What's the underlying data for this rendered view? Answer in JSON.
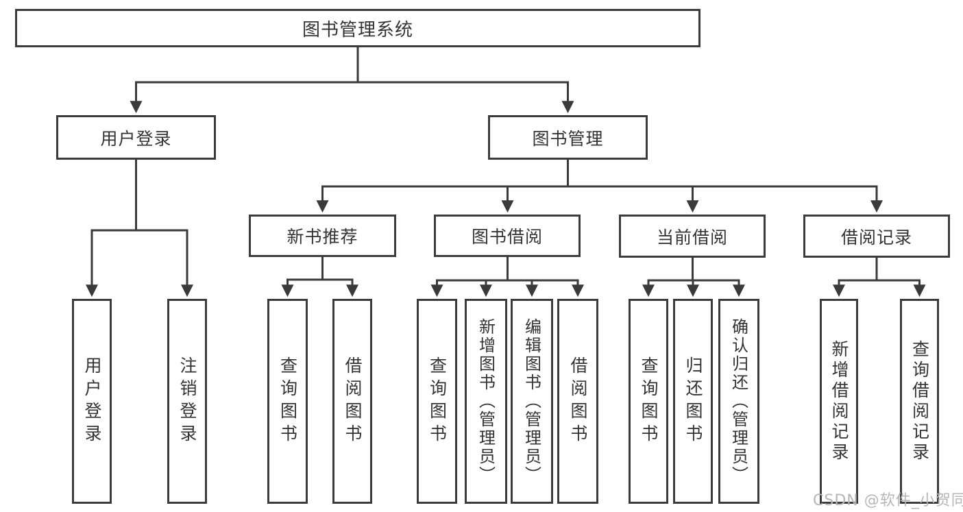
{
  "watermark": "CSDN @软件_小贺同学",
  "colors": {
    "line": "#3a3a3a",
    "border": "#3b3b3b",
    "text": "#333333",
    "watermark": "#b6b6b6",
    "background": "#ffffff"
  },
  "tree": {
    "root": {
      "label": "图书管理系统"
    },
    "branches": [
      {
        "label": "用户登录",
        "children": [
          {
            "label": "用户登录"
          },
          {
            "label": "注销登录"
          }
        ]
      },
      {
        "label": "图书管理",
        "children": [
          {
            "label": "新书推荐",
            "children": [
              {
                "label": "查询图书"
              },
              {
                "label": "借阅图书"
              }
            ]
          },
          {
            "label": "图书借阅",
            "children": [
              {
                "label": "查询图书"
              },
              {
                "label": "新增图书（管理员）"
              },
              {
                "label": "编辑图书（管理员）"
              },
              {
                "label": "借阅图书"
              }
            ]
          },
          {
            "label": "当前借阅",
            "children": [
              {
                "label": "查询图书"
              },
              {
                "label": "归还图书"
              },
              {
                "label": "确认归还（管理员）"
              }
            ]
          },
          {
            "label": "借阅记录",
            "children": [
              {
                "label": "新增借阅记录"
              },
              {
                "label": "查询借阅记录"
              }
            ]
          }
        ]
      }
    ]
  }
}
